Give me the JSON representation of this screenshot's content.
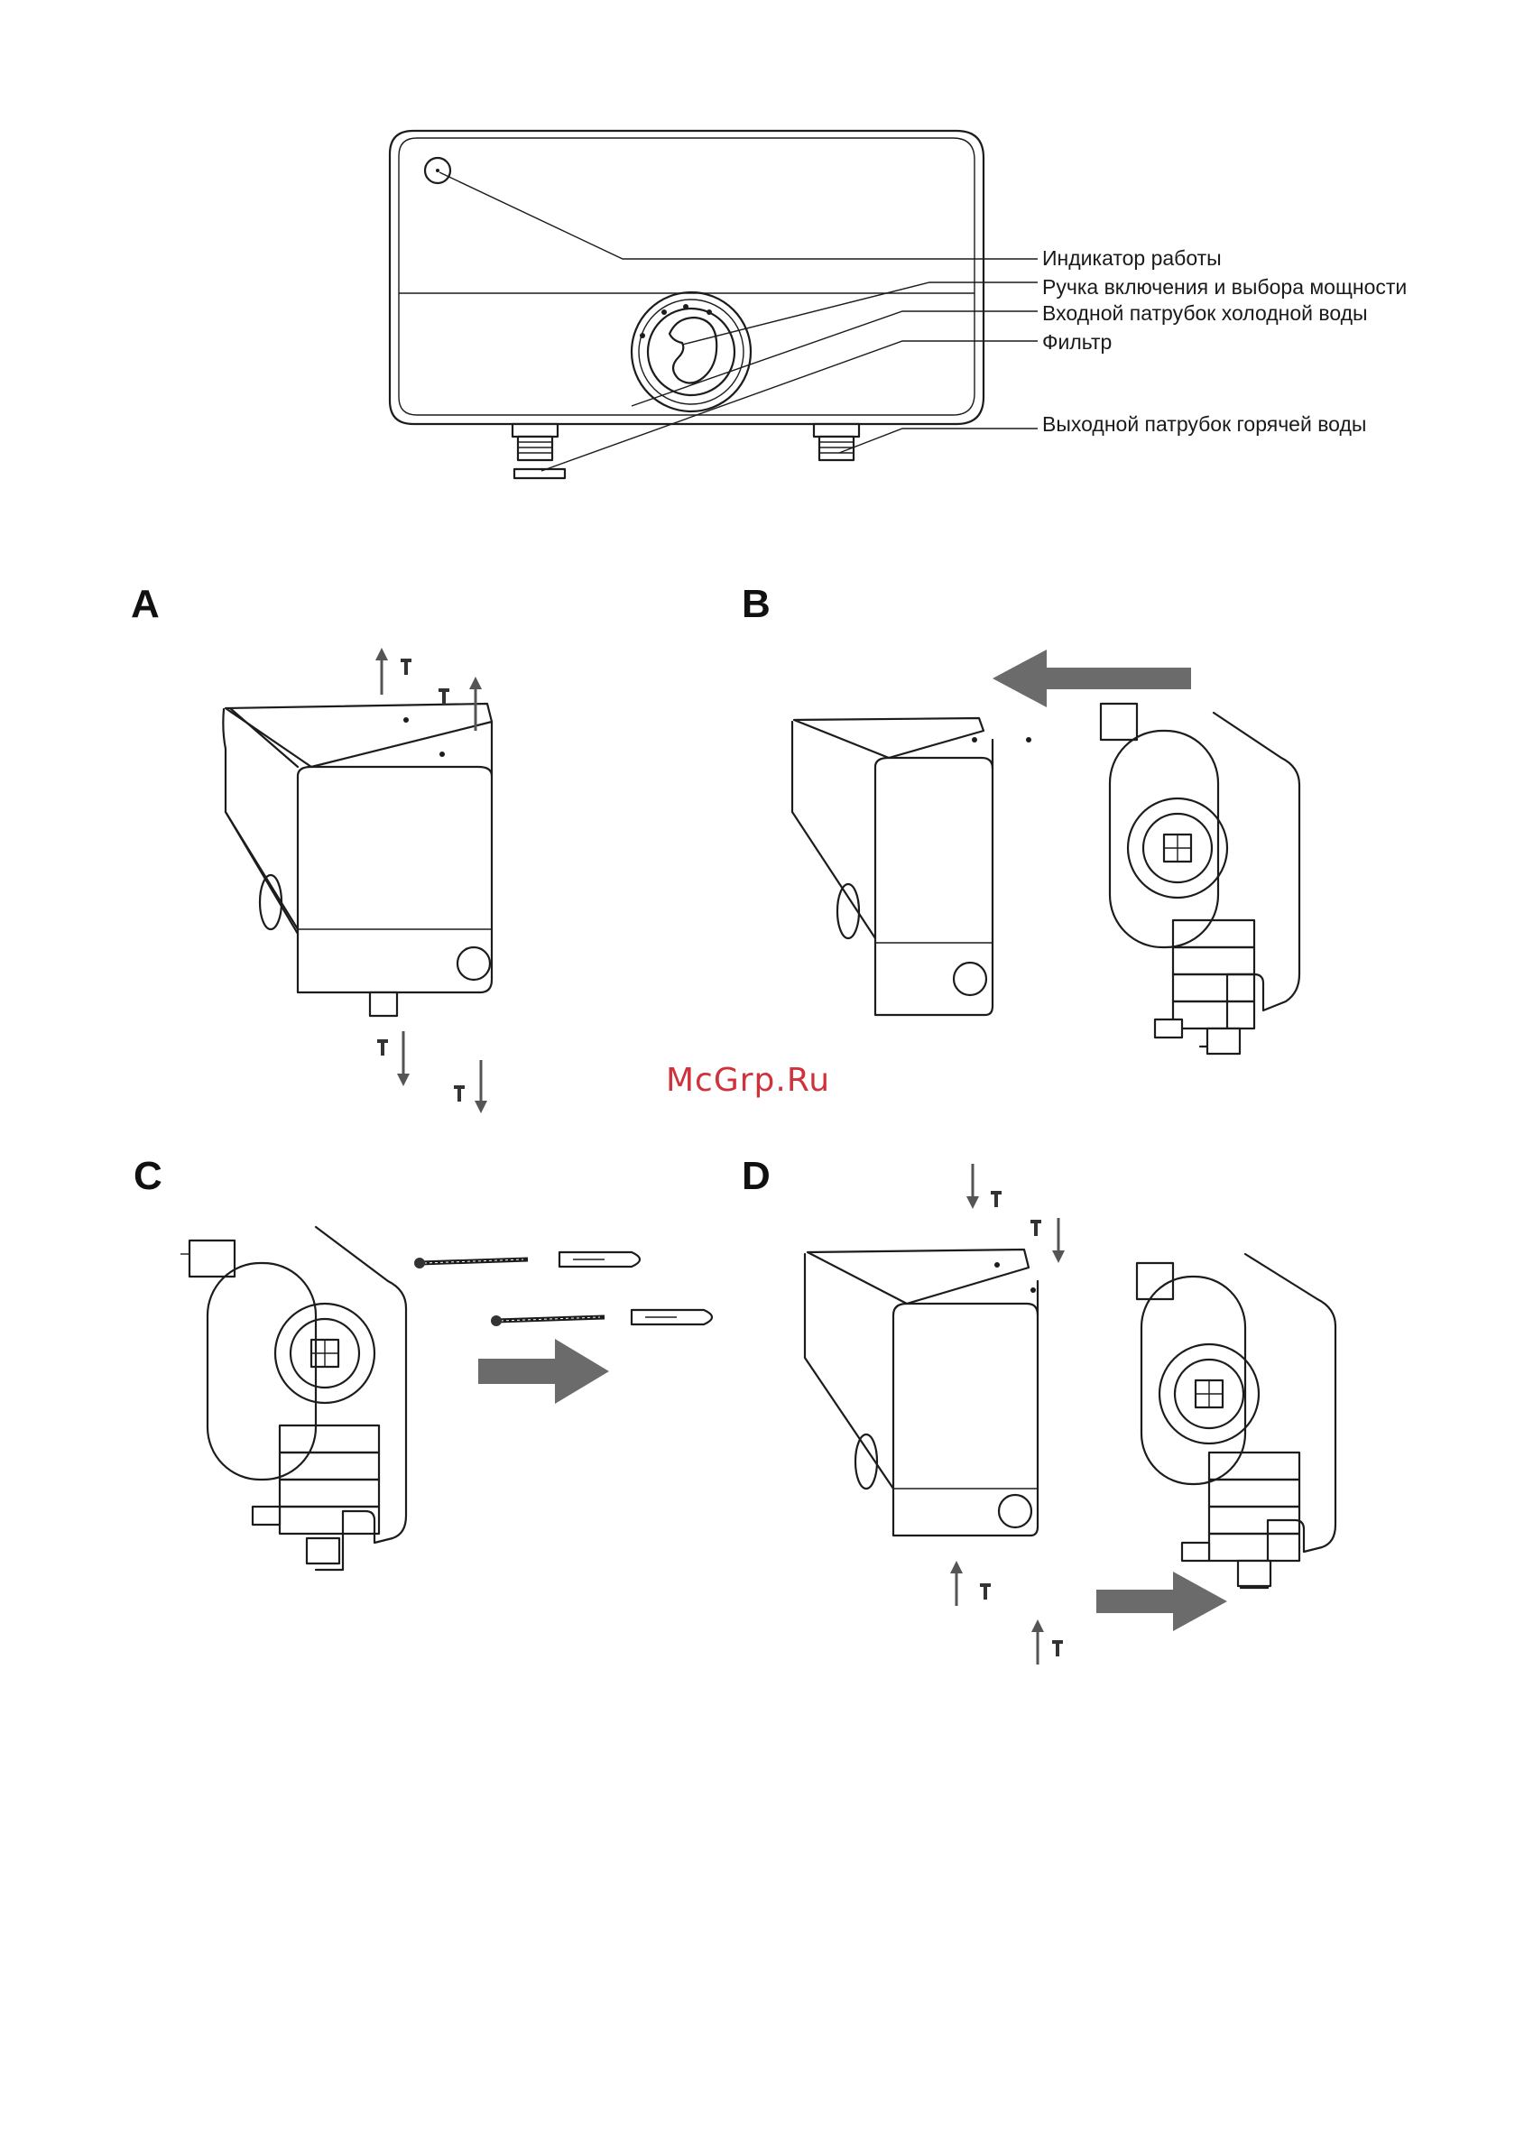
{
  "callouts": {
    "indicator": "Индикатор работы",
    "knob": "Ручка включения и выбора мощности",
    "cold_inlet": "Входной патрубок холодной воды",
    "filter": "Фильтр",
    "hot_outlet": "Выходной патрубок горячей воды"
  },
  "panels": {
    "a": "A",
    "b": "B",
    "c": "C",
    "d": "D"
  },
  "watermark": "McGrp.Ru",
  "colors": {
    "arrow": "#6b6b6b",
    "watermark": "#d0323c",
    "line": "#1c1c1c"
  }
}
